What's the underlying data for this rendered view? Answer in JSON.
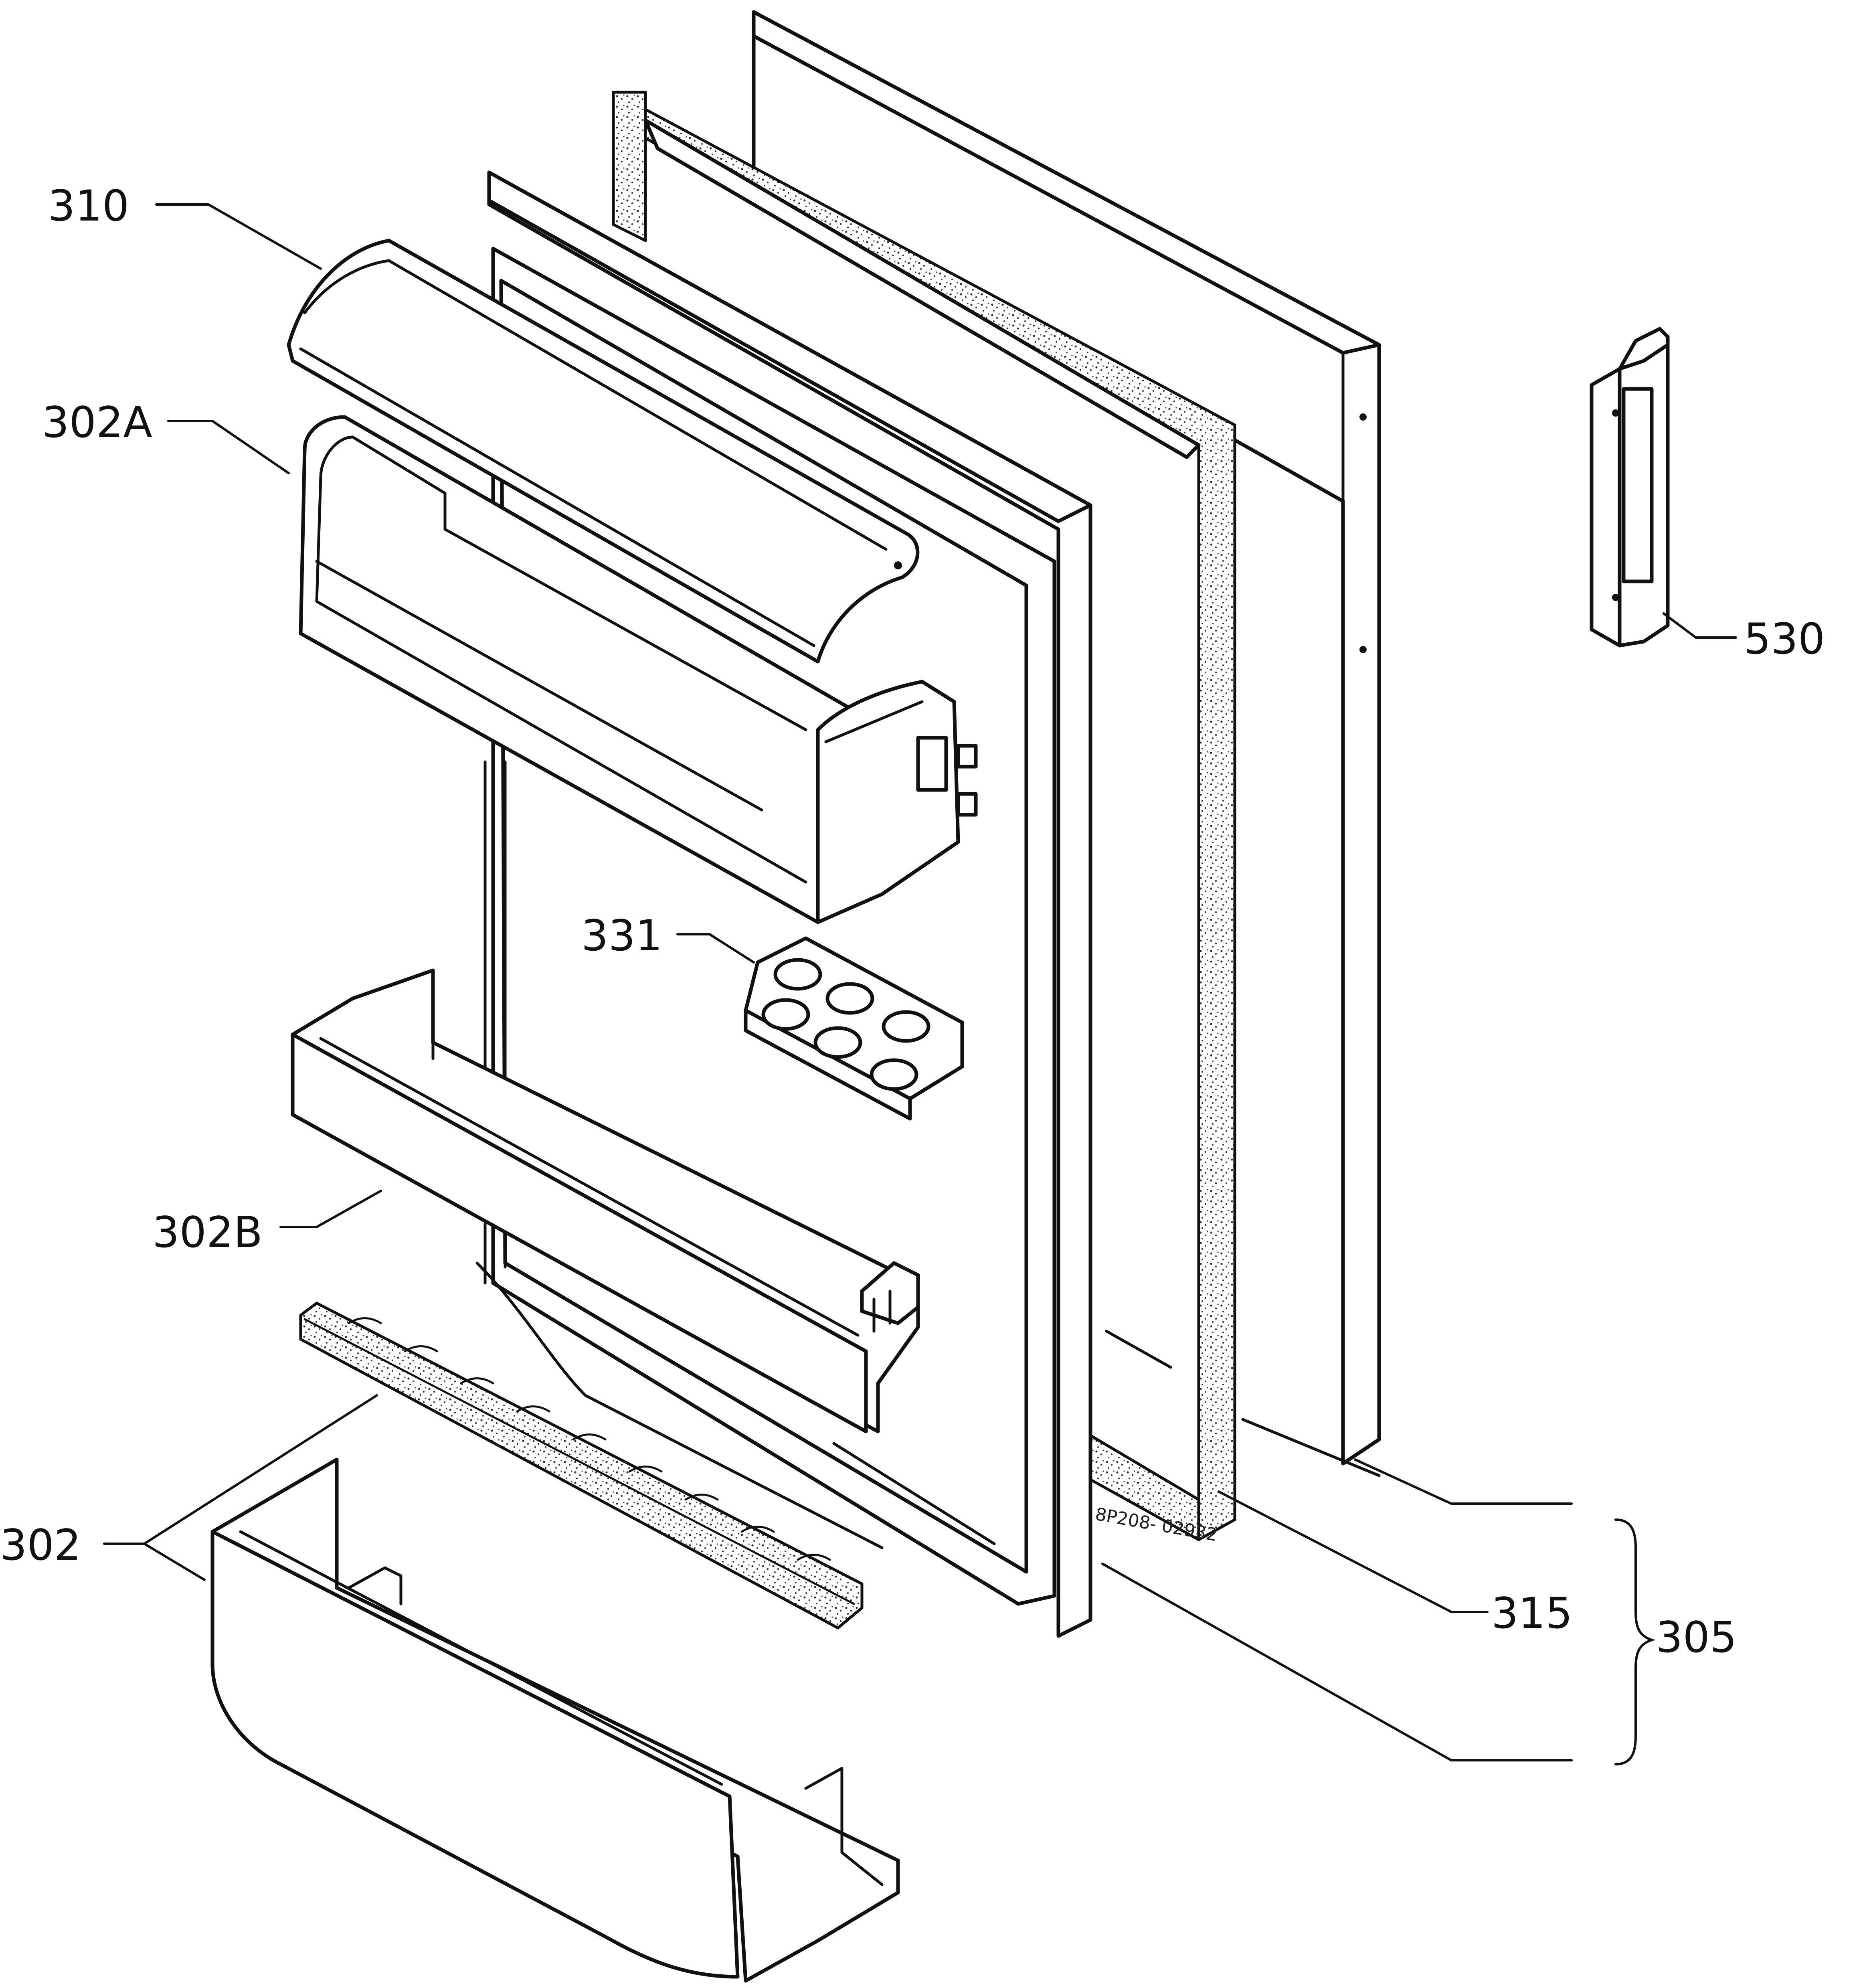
{
  "diagram": {
    "callouts": [
      {
        "id": "310",
        "label": "310"
      },
      {
        "id": "302A",
        "label": "302A"
      },
      {
        "id": "331",
        "label": "331"
      },
      {
        "id": "302B",
        "label": "302B"
      },
      {
        "id": "302",
        "label": "302"
      },
      {
        "id": "530",
        "label": "530"
      },
      {
        "id": "315",
        "label": "315"
      },
      {
        "id": "305",
        "label": "305"
      }
    ],
    "drawing_reference": "8P208- 02932"
  },
  "colors": {
    "ink": "#111111",
    "paper": "#ffffff"
  }
}
